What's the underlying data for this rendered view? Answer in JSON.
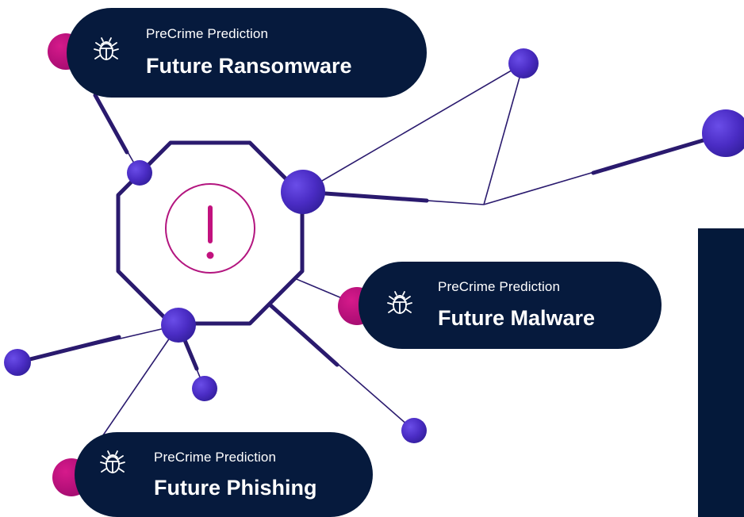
{
  "colors": {
    "navy": "#061a3d",
    "line": "#2a1a6e",
    "node": "#4a2cc4",
    "accent_pink": "#c2127e",
    "panel": "#04193a"
  },
  "center_icon": "alert-exclamation-icon",
  "cards": [
    {
      "icon": "bug-icon",
      "subtitle": "PreCrime Prediction",
      "title": "Future Ransomware"
    },
    {
      "icon": "bug-icon",
      "subtitle": "PreCrime Prediction",
      "title": "Future Malware"
    },
    {
      "icon": "bug-icon",
      "subtitle": "PreCrime Prediction",
      "title": "Future Phishing"
    }
  ]
}
